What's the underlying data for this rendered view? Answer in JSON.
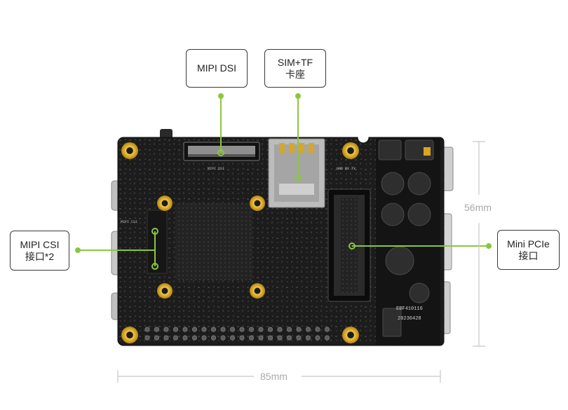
{
  "callouts": {
    "mipi_dsi": {
      "line1": "MIPI DSI"
    },
    "sim_tf": {
      "line1": "SIM+TF",
      "line2": "卡座"
    },
    "mipi_csi": {
      "line1": "MIPI CSI",
      "line2": "接口*2"
    },
    "mini_pcie": {
      "line1": "Mini PCIe",
      "line2": "接口"
    }
  },
  "dimensions": {
    "width": "85mm",
    "height": "56mm"
  },
  "board_markings": {
    "model": "EBF410116",
    "date": "20230428",
    "uart": "GND RX TX",
    "dsi": "MIPI DSI",
    "csi": "MIPI CSI"
  },
  "colors": {
    "leader_line": "#8cc63f",
    "pcb": "#1c1c1c",
    "gold": "#d9a520",
    "dimension": "#c8c8c8"
  }
}
